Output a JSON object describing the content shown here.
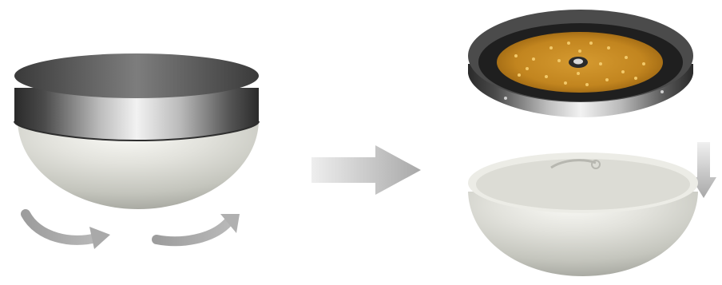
{
  "scene": {
    "background": "#ffffff",
    "left_fixture": {
      "label": "",
      "components": [
        "metal-rim",
        "frosted-dome-diffuser"
      ]
    },
    "rotation_arrows": {
      "count": 2,
      "color": "#a9a9a9"
    },
    "transition_arrow": {
      "direction": "right",
      "color": "#b3b3b3"
    },
    "right_assembly": {
      "top_part": {
        "components": [
          "metal-housing",
          "led-board",
          "center-hub"
        ],
        "led_board_color": "#c68a22"
      },
      "bottom_part": {
        "components": [
          "frosted-dome-diffuser",
          "keyhole-slot"
        ]
      }
    },
    "down_arrow": {
      "direction": "down",
      "color": "#b3b3b3"
    },
    "accent_colors": {
      "rim_dark": "#2e2e2e",
      "rim_light": "#e8e8e8",
      "dome_light": "#f4f4ef",
      "dome_shadow": "#a9aaa2"
    }
  }
}
